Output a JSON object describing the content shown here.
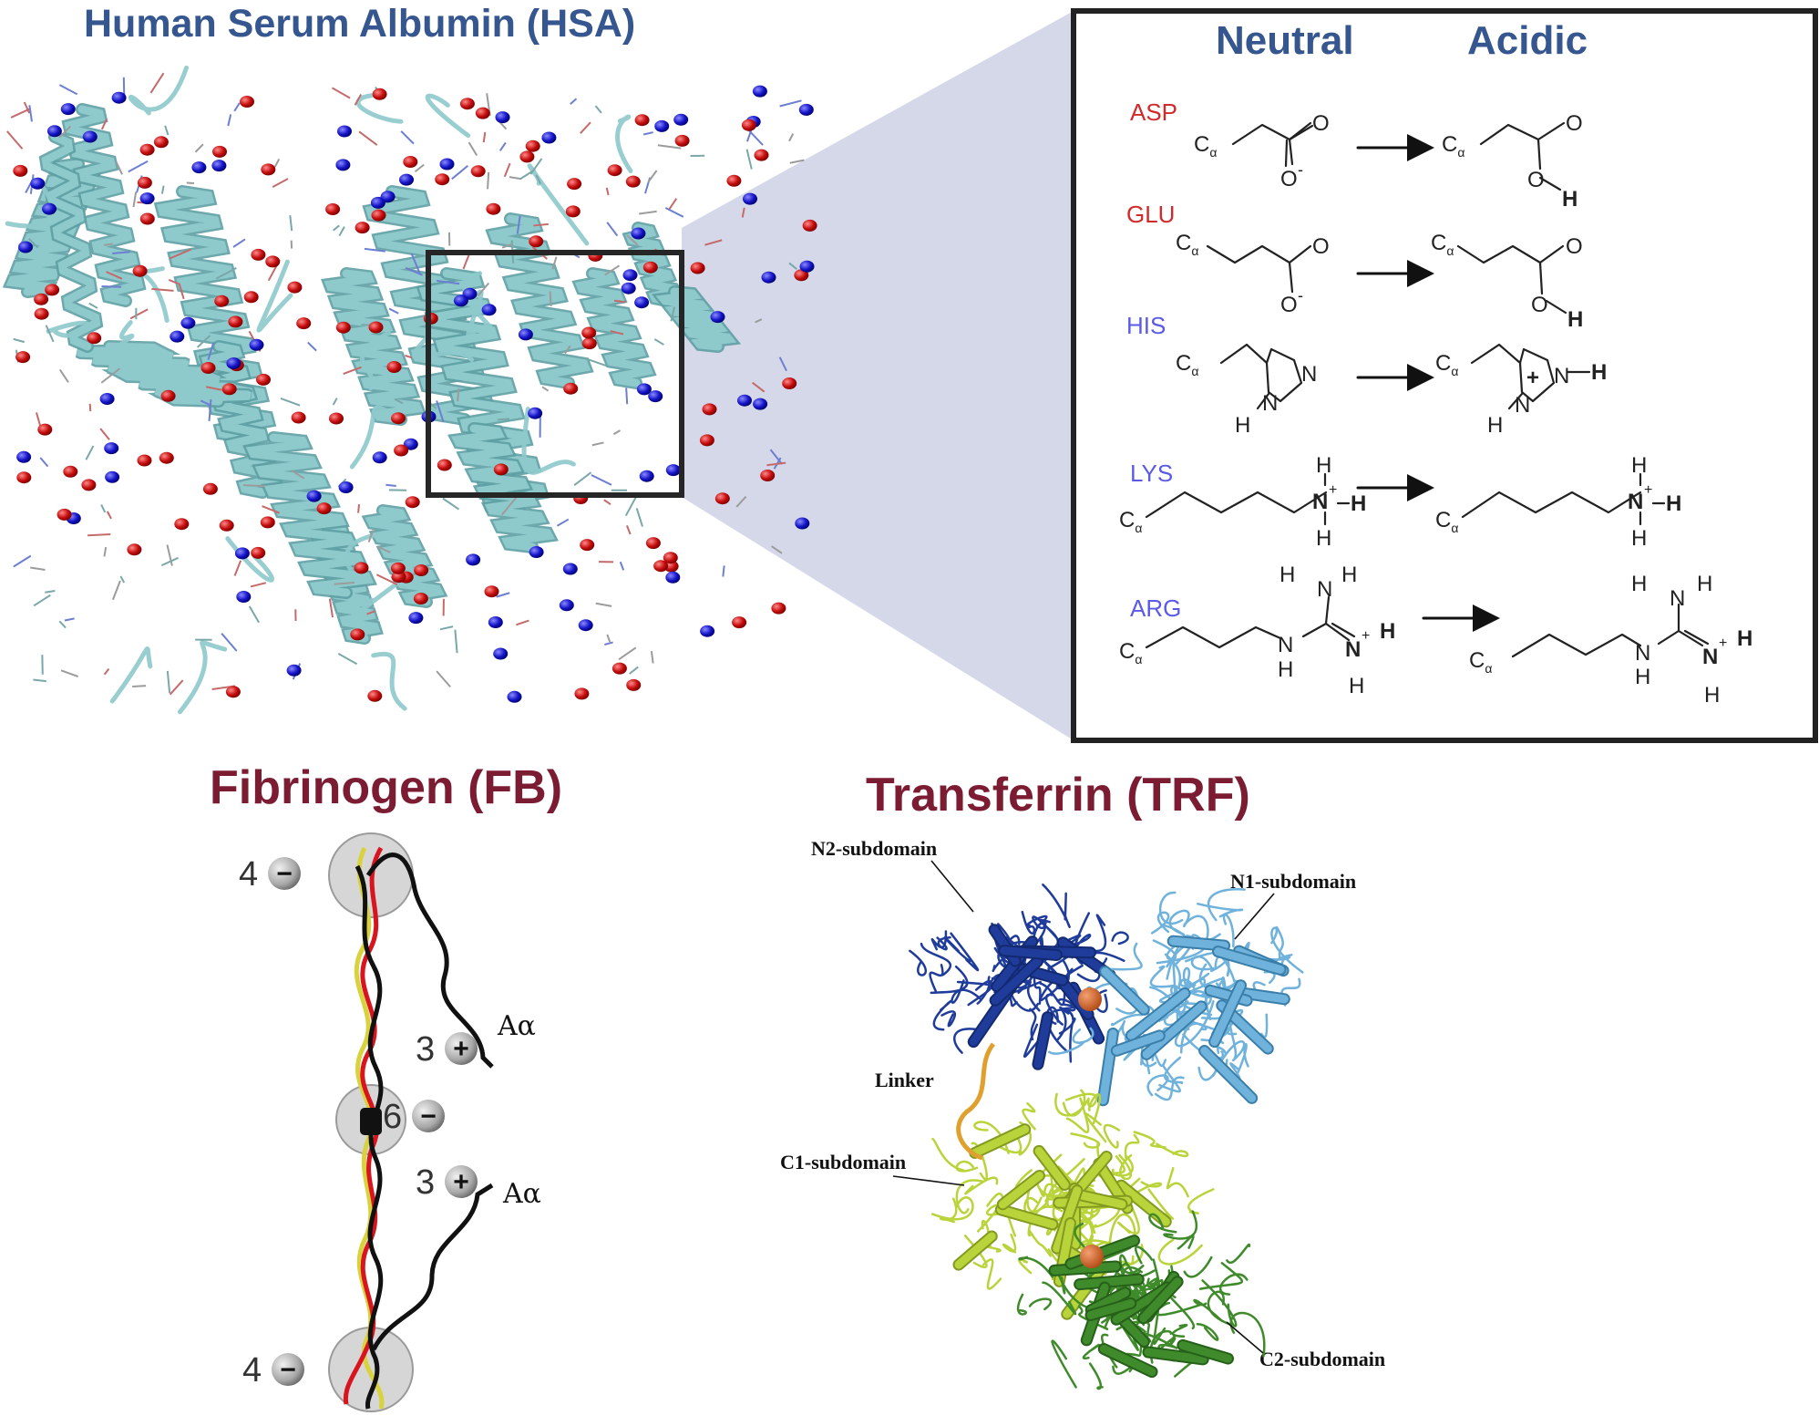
{
  "hsa": {
    "title": "Human Serum Albumin (HSA)"
  },
  "inset": {
    "header_neutral": "Neutral",
    "header_acidic": "Acidic",
    "residues": [
      {
        "name": "ASP",
        "color": "#d02a2a"
      },
      {
        "name": "GLU",
        "color": "#d02a2a"
      },
      {
        "name": "HIS",
        "color": "#5a5ae6"
      },
      {
        "name": "LYS",
        "color": "#5a5ae6"
      },
      {
        "name": "ARG",
        "color": "#5a5ae6"
      }
    ]
  },
  "fibrinogen": {
    "title": "Fibrinogen (FB)",
    "charges": [
      {
        "count": "4",
        "sign": "−"
      },
      {
        "count": "3",
        "sign": "+"
      },
      {
        "count": "6",
        "sign": "−"
      },
      {
        "count": "3",
        "sign": "+"
      },
      {
        "count": "4",
        "sign": "−"
      }
    ],
    "chain_label_1": "Aα",
    "chain_label_2": "Aα"
  },
  "transferrin": {
    "title": "Transferrin  (TRF)",
    "labels": {
      "n2": "N2-subdomain",
      "n1": "N1-subdomain",
      "linker": "Linker",
      "c1": "C1-subdomain",
      "c2": "C2-subdomain"
    }
  },
  "colors": {
    "title_blue": "#35568f",
    "title_red": "#7b1c33",
    "acid_red": "#d02a2a",
    "base_blue": "#5a5ae6",
    "ribbon_cyan": "#8ec9cc",
    "n2_blue": "#1f3c9a",
    "n1_lightblue": "#6fb2dc",
    "c1_yellowgreen": "#b9d43a",
    "c2_green": "#3f8a2a",
    "linker_orange": "#e0a030"
  }
}
